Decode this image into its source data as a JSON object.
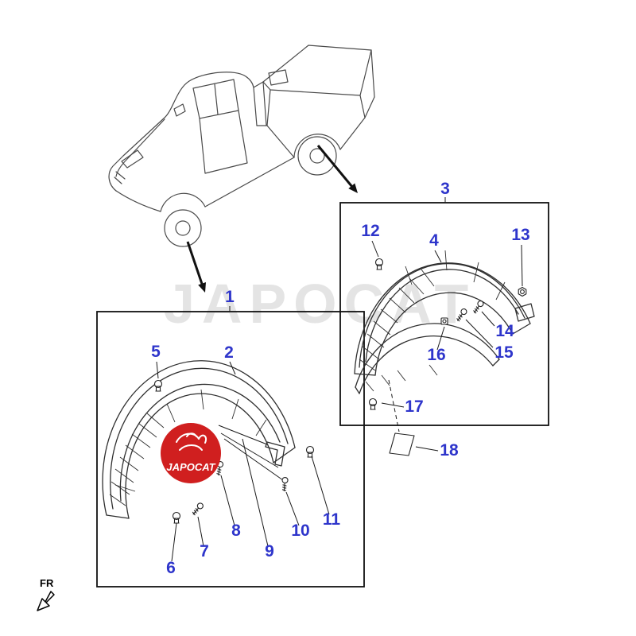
{
  "watermark": {
    "text": "JAPOCAT",
    "color": "#cfcfcf"
  },
  "logo": {
    "text": "JAPOCAT",
    "bg_color": "#d01f1f",
    "text_color": "#ffffff"
  },
  "fr_indicator": {
    "label": "FR"
  },
  "callout_color": "#2e35cb",
  "callouts": {
    "n1": "1",
    "n2": "2",
    "n3": "3",
    "n4": "4",
    "n5": "5",
    "n6": "6",
    "n7": "7",
    "n8": "8",
    "n9": "9",
    "n10": "10",
    "n11": "11",
    "n12": "12",
    "n13": "13",
    "n14": "14",
    "n15": "15",
    "n16": "16",
    "n17": "17",
    "n18": "18"
  }
}
